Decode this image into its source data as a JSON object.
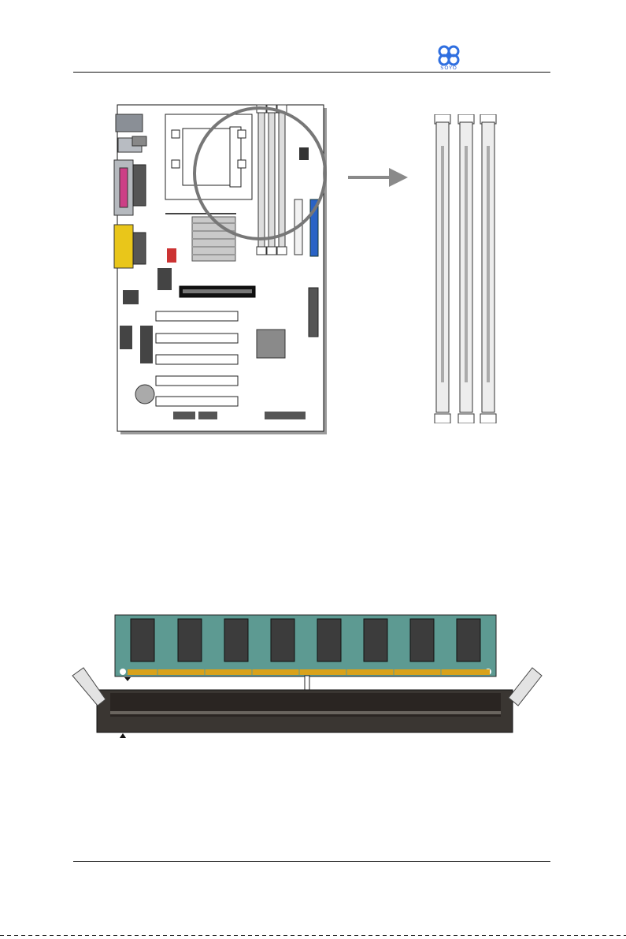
{
  "header": {
    "brand_logo": "SOYO",
    "logo_color": "#2f6fe0"
  },
  "figures": {
    "motherboard_layout": {
      "icon": "motherboard-icon",
      "zoom_target": "dimm-slots"
    },
    "dimm_slots_detail": {
      "slot_count": 3,
      "icon": "dimm-slot-icon"
    },
    "dimm_installation": {
      "chip_count": 8,
      "icon": "memory-module-icon"
    }
  },
  "colors": {
    "board": "#ffffff",
    "pcb_green": "#5d9a92",
    "gold_contacts": "#d9a21b",
    "slot_dark": "#3a3632",
    "ide_blue": "#2a63c6",
    "parallel_pink": "#cc3f86",
    "vga_yellow": "#e9c61a"
  }
}
